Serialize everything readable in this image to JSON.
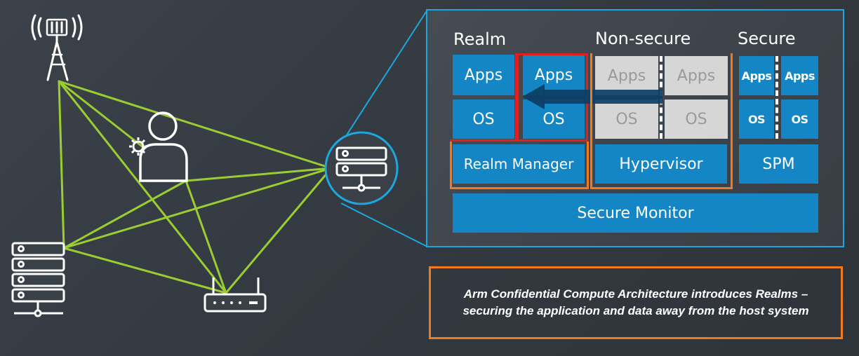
{
  "panel": {
    "headers": {
      "realm": "Realm",
      "nonsecure": "Non-secure",
      "secure": "Secure"
    },
    "realm": {
      "apps_1": "Apps",
      "os_1": "OS",
      "apps_2": "Apps",
      "os_2": "OS",
      "manager": "Realm Manager"
    },
    "nonsecure": {
      "apps_1": "Apps",
      "os_1": "OS",
      "apps_2": "Apps",
      "os_2": "OS",
      "hypervisor": "Hypervisor"
    },
    "secure": {
      "apps_1": "Apps",
      "os_1": "OS",
      "apps_2": "Apps",
      "os_2": "OS",
      "spm": "SPM"
    },
    "monitor": "Secure Monitor"
  },
  "caption": {
    "line1": "Arm Confidential Compute Architecture introduces Realms –",
    "line2": "securing the application and data away from the host system"
  },
  "colors": {
    "link_green": "#9acd32",
    "accent_blue": "#1ea7dc",
    "block_blue": "#1486c6",
    "caption_orange": "#f07a1f",
    "realm_red": "#e02020"
  },
  "icons": [
    "cell-tower-icon",
    "user-gear-icon",
    "server-icon",
    "router-icon",
    "server-node-icon"
  ]
}
